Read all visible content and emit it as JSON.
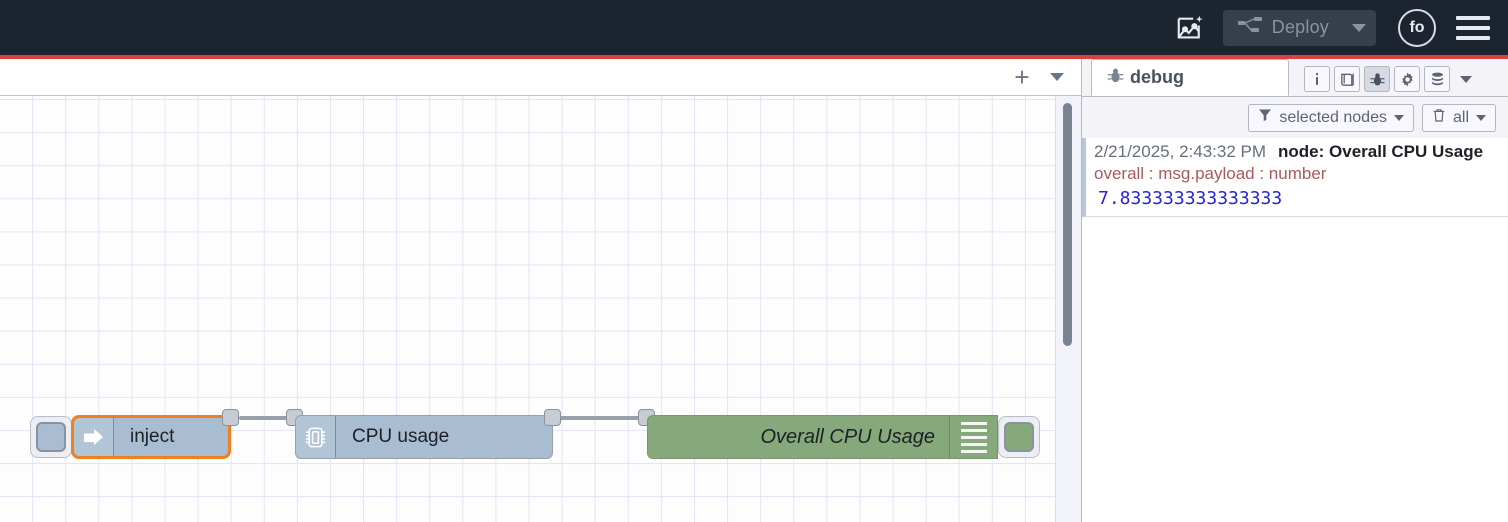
{
  "header": {
    "ai_flow_icon": "flow-sparkle-icon",
    "deploy_label": "Deploy",
    "deploy_icon": "deploy-nodes-icon",
    "deploy_caret_icon": "chevron-down-icon",
    "user_initials": "fo",
    "menu_icon": "hamburger-menu-icon",
    "background_color": "#1c2430",
    "pending_stripe_color": "#d94141"
  },
  "workspace": {
    "tab_add_label": "+",
    "tab_menu_icon": "chevron-down-icon",
    "grid_color": "#e3e4f5"
  },
  "flow": {
    "nodes": [
      {
        "id": "inject",
        "label": "inject",
        "icon": "inject-arrow-icon",
        "color": "#a8bdd1",
        "selected": true,
        "selection_color": "#ef8021"
      },
      {
        "id": "cpu-usage",
        "label": "CPU usage",
        "icon": "cpu-chip-icon",
        "color": "#a8bdd1",
        "selected": false
      },
      {
        "id": "debug-overall-cpu",
        "label": "Overall CPU Usage",
        "icon": "debug-lines-icon",
        "color": "#86a97b",
        "selected": false,
        "enabled": true
      }
    ]
  },
  "sidebar": {
    "tabs": [
      {
        "id": "debug",
        "label": "debug",
        "icon": "bug-icon",
        "active": true
      }
    ],
    "tools": [
      {
        "id": "info",
        "icon": "info-icon",
        "active": false
      },
      {
        "id": "help",
        "icon": "book-icon",
        "active": false
      },
      {
        "id": "debug",
        "icon": "bug-icon",
        "active": true
      },
      {
        "id": "config",
        "icon": "gear-icon",
        "active": false
      },
      {
        "id": "context",
        "icon": "database-icon",
        "active": false
      }
    ],
    "tools_caret_icon": "chevron-down-icon",
    "filters": {
      "node_filter_label": "selected nodes",
      "node_filter_icon": "funnel-icon",
      "node_filter_caret": "chevron-down-icon",
      "clear_label": "all",
      "clear_icon": "trash-icon",
      "clear_caret": "chevron-down-icon"
    },
    "messages": [
      {
        "timestamp": "2/21/2025, 2:43:32 PM",
        "source": "node: Overall CPU Usage",
        "property": "overall : msg.payload : number",
        "value": "7.833333333333333"
      }
    ]
  }
}
